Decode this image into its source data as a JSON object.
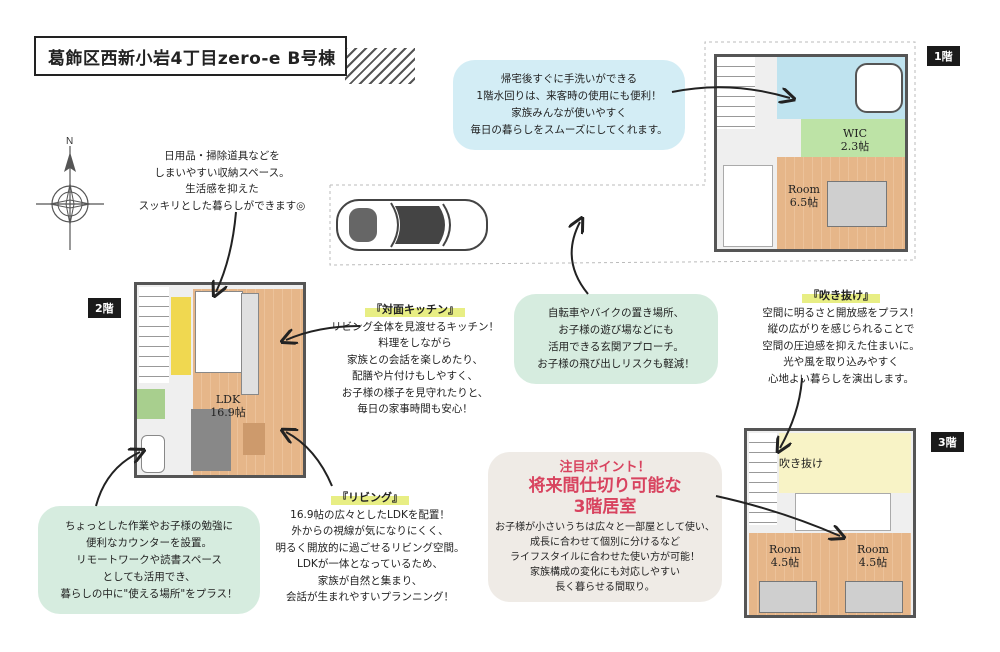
{
  "title": "葛飾区西新小岩4丁目zero-e B号棟",
  "floors": {
    "first": "1階",
    "second": "2階",
    "third": "3階"
  },
  "compass": {
    "north": "N"
  },
  "rooms": {
    "ldk": "LDK",
    "ldk_size": "16.9帖",
    "wic": "WIC",
    "wic_size": "2.3帖",
    "room1": "Room",
    "room1_size": "6.5帖",
    "fukinuke": "吹き抜け",
    "room3a": "Room",
    "room3a_size": "4.5帖",
    "room3b": "Room",
    "room3b_size": "4.5帖"
  },
  "notes": {
    "storage": [
      "日用品・掃除道具などを",
      "しまいやすい収納スペース。",
      "生活感を抑えた",
      "スッキリとした暮らしができます◎"
    ],
    "kitchen_title": "『対面キッチン』",
    "kitchen": [
      "リビング全体を見渡せるキッチン！",
      "料理をしながら",
      "家族との会話を楽しめたり、",
      "配膳や片付けもしやすく、",
      "お子様の様子を見守れたりと、",
      "毎日の家事時間も安心！"
    ],
    "living_title": "『リビング』",
    "living": [
      "16.9帖の広々としたLDKを配置！",
      "外からの視線が気になりにくく、",
      "明るく開放的に過ごせるリビング空間。",
      "LDKが一体となっているため、",
      "家族が自然と集まり、",
      "会話が生まれやすいプランニング！"
    ],
    "counter": [
      "ちょっとした作業やお子様の勉強に",
      "便利なカウンターを設置。",
      "リモートワークや読書スペース",
      "としても活用でき、",
      "暮らしの中に\"使える場所\"をプラス！"
    ],
    "water": [
      "帰宅後すぐに手洗いができる",
      "1階水回りは、来客時の使用にも便利！",
      "家族みんなが使いやすく",
      "毎日の暮らしをスムーズにしてくれます。"
    ],
    "approach": [
      "自転車やバイクの置き場所、",
      "お子様の遊び場などにも",
      "活用できる玄関アプローチ。",
      "お子様の飛び出しリスクも軽減！"
    ],
    "fukinuke_title": "『吹き抜け』",
    "fukinuke": [
      "空間に明るさと開放感をプラス！",
      "縦の広がりを感じられることで",
      "空間の圧迫感を抑えた住まいに。",
      "光や風を取り込みやすく",
      "心地よい暮らしを演出します。"
    ],
    "point_label": "注目ポイント！",
    "point_title_1": "将来間仕切り可能な",
    "point_title_2": "3階居室",
    "point": [
      "お子様が小さいうちは広々と一部屋として使い、",
      "成長に合わせて個別に分けるなど",
      "ライフスタイルに合わせた使い方が可能！",
      "家族構成の変化にも対応しやすい",
      "長く暮らせる間取り。"
    ]
  },
  "colors": {
    "blue_bubble": "#d3edf5",
    "green_bubble": "#d6ecdf",
    "beige_bubble": "#efebe6",
    "highlight": "#e8ee84",
    "accent_pink": "#d8435f",
    "wood_floor": "#e6b689"
  }
}
